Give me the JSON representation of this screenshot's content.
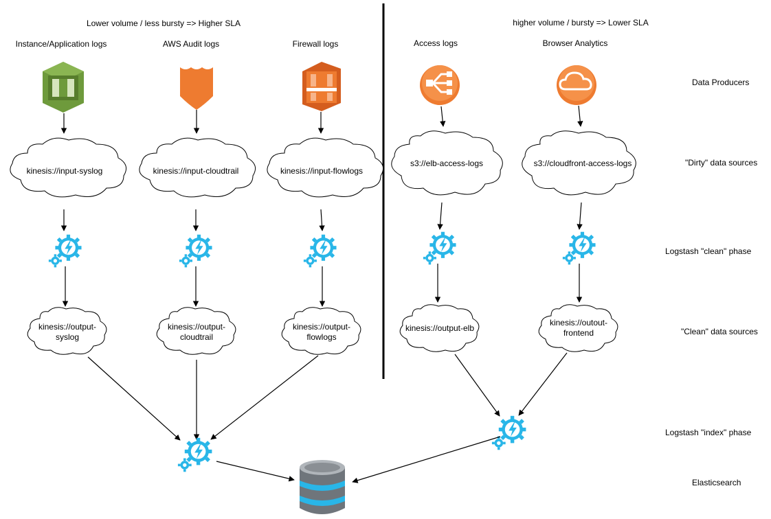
{
  "headers": {
    "left": "Lower volume / less bursty => Higher SLA",
    "right": "higher volume / bursty => Lower SLA"
  },
  "producers": [
    {
      "label": "Instance/Application logs",
      "icon": "green-instance-icon",
      "color": "#6e9a3c"
    },
    {
      "label": "AWS Audit logs",
      "icon": "orange-shield-icon",
      "color": "#ee7b30"
    },
    {
      "label": "Firewall logs",
      "icon": "orange-firewall-icon",
      "color": "#ee7b30"
    },
    {
      "label": "Access logs",
      "icon": "load-balancer-icon",
      "color": "#ee7b30"
    },
    {
      "label": "Browser Analytics",
      "icon": "cloudfront-icon",
      "color": "#ee7b30"
    }
  ],
  "dirty_sources": [
    {
      "label": "kinesis://input-syslog"
    },
    {
      "label": "kinesis://input-cloudtrail"
    },
    {
      "label": "kinesis://input-flowlogs"
    },
    {
      "label": "s3://elb-access-logs"
    },
    {
      "label": "s3://cloudfront-access-logs"
    }
  ],
  "clean_sources": [
    {
      "line1": "kinesis://output-",
      "line2": "syslog"
    },
    {
      "line1": "kinesis://output-",
      "line2": "cloudtrail"
    },
    {
      "line1": "kinesis://output-",
      "line2": "flowlogs"
    },
    {
      "line1": "kinesis://output-elb",
      "line2": ""
    },
    {
      "line1": "kinesis://outout-",
      "line2": "frontend"
    }
  ],
  "row_labels": {
    "producers": "Data Producers",
    "dirty": "\"Dirty\" data sources",
    "clean_phase": "Logstash \"clean\" phase",
    "clean_sources": "\"Clean\" data sources",
    "index_phase": "Logstash \"index\" phase",
    "elasticsearch": "Elasticsearch"
  },
  "colors": {
    "logstash": "#29b6e8",
    "database": "#8a8f94",
    "database_band": "#29b6e8",
    "divider": "#000000"
  }
}
